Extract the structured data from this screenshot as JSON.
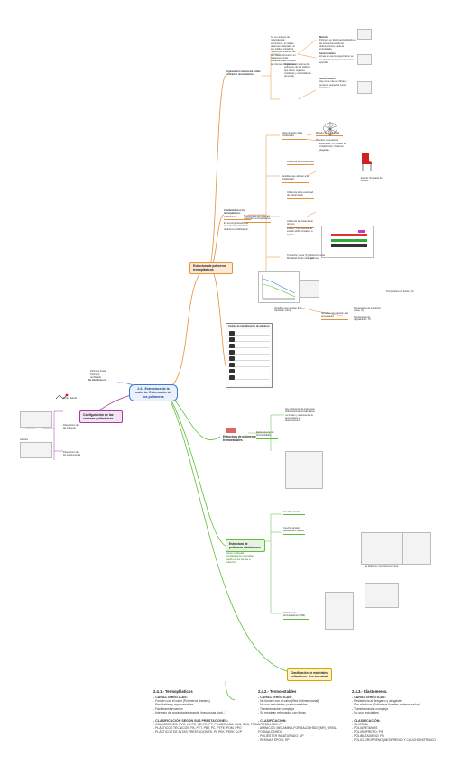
{
  "central": "2.3.- Estructura de la materia: Ordenación de los polímeros",
  "branches": {
    "amorphous": {
      "title": "Estructura de polímeros termoplásticos",
      "ordering_title": "Organización interna del sólido polimérico termoplástico:",
      "ordering_desc": "Se un conjunto de materiales sin crecimiento, el cual se observan materiales no son sólidos cristalinos, regidos por enlaces Van der Waals, formando en ocasiones zonas cristalinas, que cumplen las mismas condiciones.",
      "ordering_desc2": "Organización interna de polímeros de los sólidos que tienen regiones cristalinas y no cristalinas (amorfas).",
      "terms": [
        {
          "title": "Mancha",
          "text": "Polímero en deformación debido a las interacciones de las deformaciones; cadena entrelazada."
        },
        {
          "title": "Semicristalina",
          "text": "Zonas en que la organización se es cristalina pero presenta zonas amorfas."
        },
        {
          "title": "Semicristalino",
          "text": "Hay zona más con fibras y presenta pequeñas zonas cristalinas."
        }
      ],
      "cristalinidad_title": "Cristalinidad en los termoplásticos poliméricos",
      "cristalinidad_desc": "Es la reorganización de las cadenas poliméricas durante la solidificación.",
      "factores": [
        "Determinación de la cristalinidad",
        "Método de la densidad",
        "Métodos volumétricos",
        "Variables que afectan a la cristalinidad",
        "Influencia de la estructura",
        "Influencia de la velocidad de enfriamiento",
        "Influencia del tratamiento térmico"
      ],
      "esferulitas": "Esferulitas: Un modelo de cristalización. Cadenas plegadas...",
      "lamella": "Estado: Rodeado de sólidos.",
      "transiciones_title": "Transiciones térmicas en materiales termoplásticos",
      "fusion": "Fusión (Tm): Cambio de estado sólido cristalino a líquido.",
      "transicion_vitrea": "Transición vítrea (Tg): Movilidad de las cadenas.",
      "degradacion": "Degradación (Td): Rotura de las cadenas del polímero a altas temperaturas.",
      "variables_title": "Variables que afectan a la transición vítrea",
      "variables_desc": "Variables que afectan a la temperatura",
      "side_labels": [
        "Temperatura de fusión, Tm",
        "Temperatura de transición vítrea, Tg",
        "Temperatura de degradación, Td"
      ],
      "estructura_label": "Estructura del polímero"
    },
    "termoestables": {
      "title": "Estructura de polímeros termoestables",
      "desc": "Estructura de los termoestables",
      "notes": "Son polímeros de estructura tridimensional; al calentarlos no funden y al aumentar la temperatura se descomponen."
    },
    "elastomeros": {
      "title": "Estructura de polímeros elastómeros.",
      "subtitle": "Tienen moléculas completamente ordenadas cuando se les somete a esfuerzos.",
      "notes": [
        "Caucho natural",
        "Caucho sintético (Elastómero Hipato)",
        "Elastómeros termoplásticos (TPE)"
      ],
      "figure_caption": "Se deforma y recupera su forma"
    },
    "clasificacion": {
      "title": "Clasificación de materiales poliméricos: Uso industrial"
    },
    "configuracion": {
      "title": "Configuración de las cadenas poliméricas",
      "isotactico": "Isotáctico",
      "sindiotactico": "Sindiotáctico",
      "atactico": "Atáctico",
      "notes": [
        "Grupo lateral",
        "Disposición de las cadenas",
        "Disposición de los sustituyentes"
      ]
    },
    "ramificar": {
      "title": "Se clasifican en:",
      "a": "Polímero lineal",
      "b": "Polímero ramificado"
    }
  },
  "table_title": "Código de identificación de plásticos",
  "bottom": {
    "col1": {
      "title": "2.4.1.- Termoplásticos",
      "sub1": "- CARACTERÍSTICAS:",
      "items1": [
        "- Funden con el calor (Polímeros lineales)",
        "- Reciclables y reprocesables.",
        "- Fácil transformación",
        "- Intervalo de propiedades grande (mecánicas, ópti...)"
      ],
      "sub2": "- CLASIFICACIÓN SEGÚN SUS PRESTACIONES:",
      "items2": [
        "- COMMODITIES: PVC, LD-PE, HD-PE, PP, PS-ABS, ASA, SAN, SBS, PMMA",
        "- PLÁSTICOS TÉCNICOS: PA, PET, PBT, PC, PTFE, POM, PPO",
        "- PLÁSTICOS DE ALTAS PRESTACIONES: PI, PEK, PEEK, LCP"
      ]
    },
    "col2": {
      "title": "2.4.2.- Termoestables",
      "sub1": "- CARACTERÍSTICAS:",
      "items1": [
        "- No funden con el calor (Red tridimensional)",
        "- No son reciclables y reprocesables",
        "- Transformación compleja",
        "- Se emplean reforzados con fibras"
      ],
      "sub2": "- CLASIFICACIÓN:",
      "items2": [
        "- FENÓLICOS: PF",
        "- AMINICOS: MELAMINA-FORMALDEHÍDO (MF), UREA-FORMALDEHÍDO",
        "- POLIÉSTER INSATURADO: UP",
        "- RESINAS EPOXI: EP"
      ]
    },
    "col3": {
      "title": "2.4.3.- Elastómeros.",
      "sub1": "- CARACTERÍSTICAS:",
      "items1": [
        "- Resistencia al desgarro y desgaste",
        "- Son elásticos (Polímeros lineales entrecruzados)",
        "- Transformación compleja",
        "- No son reciclables"
      ],
      "sub2": "- CLASIFICACIÓN:",
      "items2": [
        "- SILICONA",
        "- POLIURETANOS",
        "- POLIISOPRENO: PIP",
        "- POLIBUTADIENO: PB",
        "- POLICLOROPRENO (NEOPRENO) Y CAUCHO NITRILICO"
      ]
    }
  },
  "colors": {
    "orange": "#e69138",
    "purple": "#a13ea1",
    "green": "#5fbf3a",
    "blue": "#4a86e8",
    "gold": "#d6a400",
    "red": "#cc2222"
  }
}
